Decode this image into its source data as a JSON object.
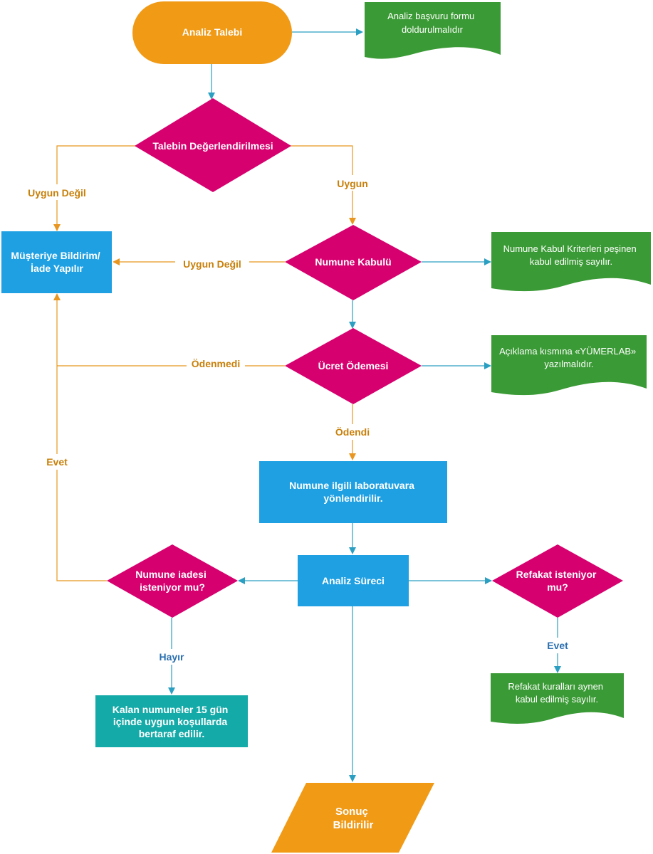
{
  "nodes": {
    "start": "Analiz Talebi",
    "note_form": [
      "Analiz başvuru formu",
      "doldurulmalıdır"
    ],
    "eval": "Talebin Değerlendirilmesi",
    "notify": [
      "Müşteriye Bildirim/",
      "İade Yapılır"
    ],
    "sample": "Numune Kabulü",
    "note_sample": [
      "Numune Kabul Kriterleri peşinen",
      "kabul edilmiş sayılır."
    ],
    "fee": "Ücret Ödemesi",
    "note_fee": [
      "Açıklama kısmına «YÜMERLAB»",
      "yazılmalıdır."
    ],
    "lab": [
      "Numune ilgili laboratuvara",
      "yönlendirilir."
    ],
    "process": "Analiz Süreci",
    "return_q": [
      "Numune iadesi",
      "isteniyor mu?"
    ],
    "escort_q": [
      "Refakat isteniyor",
      "mu?"
    ],
    "dispose": [
      "Kalan numuneler 15 gün",
      "içinde uygun koşullarda",
      "bertaraf edilir."
    ],
    "note_escort": [
      "Refakat kuralları aynen",
      "kabul edilmiş sayılır."
    ],
    "end": [
      "Sonuç",
      "Bildirilir"
    ]
  },
  "edge_labels": {
    "eval_no": "Uygun Değil",
    "eval_yes": "Uygun",
    "sample_no": "Uygun Değil",
    "fee_no": "Ödenmedi",
    "fee_yes": "Ödendi",
    "return_yes": "Evet",
    "return_no": "Hayır",
    "escort_yes": "Evet"
  },
  "colors": {
    "orange": "#f09a16",
    "magenta": "#d6006f",
    "blue": "#1ea0e3",
    "green": "#3a9a35",
    "teal": "#14aaa8",
    "line_orange": "#e8961f",
    "line_teal": "#2a9fc2"
  }
}
